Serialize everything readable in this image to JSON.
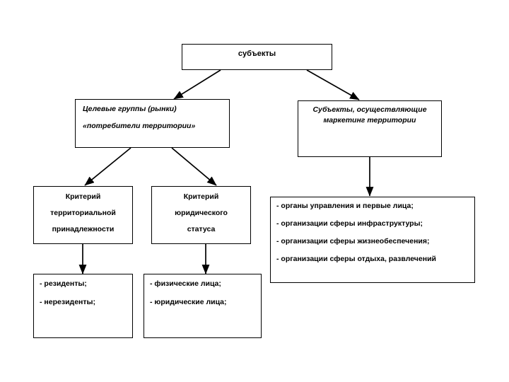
{
  "diagram": {
    "root": {
      "label": "субъекты"
    },
    "branches": [
      {
        "id": "target-groups",
        "line1": "Целевые группы (рынки)",
        "line2": "«потребители территории»"
      },
      {
        "id": "marketing-subjects",
        "line1": "Субъекты, осуществляющие",
        "line2": "маркетинг территории"
      }
    ],
    "criteria": [
      {
        "id": "territorial",
        "line1": "Критерий",
        "line2": "территориальной",
        "line3": "принадлежности",
        "items": [
          "- резиденты;",
          "- нерезиденты;"
        ]
      },
      {
        "id": "legal-status",
        "line1": "Критерий",
        "line2": "юридического",
        "line3": "статуса",
        "items": [
          "- физические лица;",
          "- юридические лица;"
        ]
      }
    ],
    "actors": {
      "items": [
        "- органы управления и первые лица;",
        "- организации сферы инфраструктуры;",
        "- организации сферы жизнеобеспечения;",
        "- организации сферы отдыха, развлечений"
      ]
    },
    "colors": {
      "stroke": "#000000",
      "background": "#ffffff",
      "text": "#000000"
    }
  }
}
